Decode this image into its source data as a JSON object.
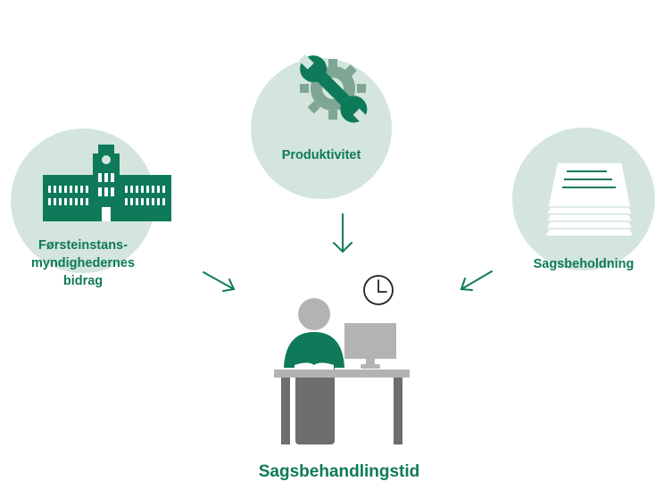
{
  "colors": {
    "circle": "#d3e5dc",
    "accent": "#0e7a5a",
    "gear": "#7fa595",
    "gray_dark": "#6e6e6e",
    "gray_light": "#b3b3b3"
  },
  "nodes": {
    "productivity": {
      "label": "Produktivitet",
      "icon": "wrench-gear-icon"
    },
    "first_instance": {
      "label_lines": [
        "Førsteinstans-",
        "myndighedernes",
        "bidrag"
      ],
      "icon": "building-icon"
    },
    "caseload": {
      "label": "Sagsbeholdning",
      "icon": "document-stack-icon"
    }
  },
  "center": {
    "label": "Sagsbehandlingstid",
    "icon": "person-at-desk-icon",
    "clock_icon": "clock-icon"
  }
}
